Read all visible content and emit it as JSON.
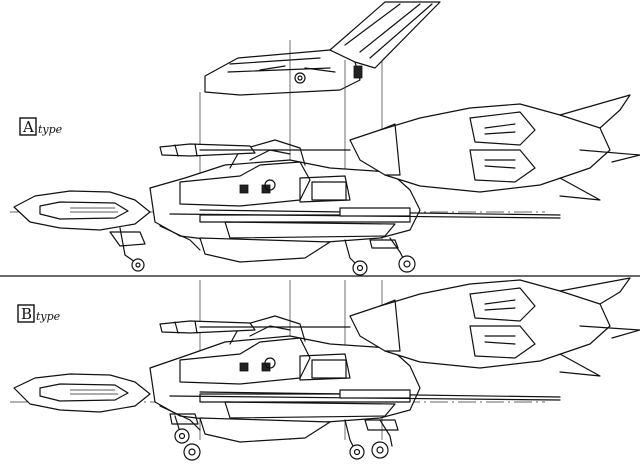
{
  "variants": [
    {
      "letter": "A",
      "suffix": "type"
    },
    {
      "letter": "B",
      "suffix": "type"
    }
  ]
}
